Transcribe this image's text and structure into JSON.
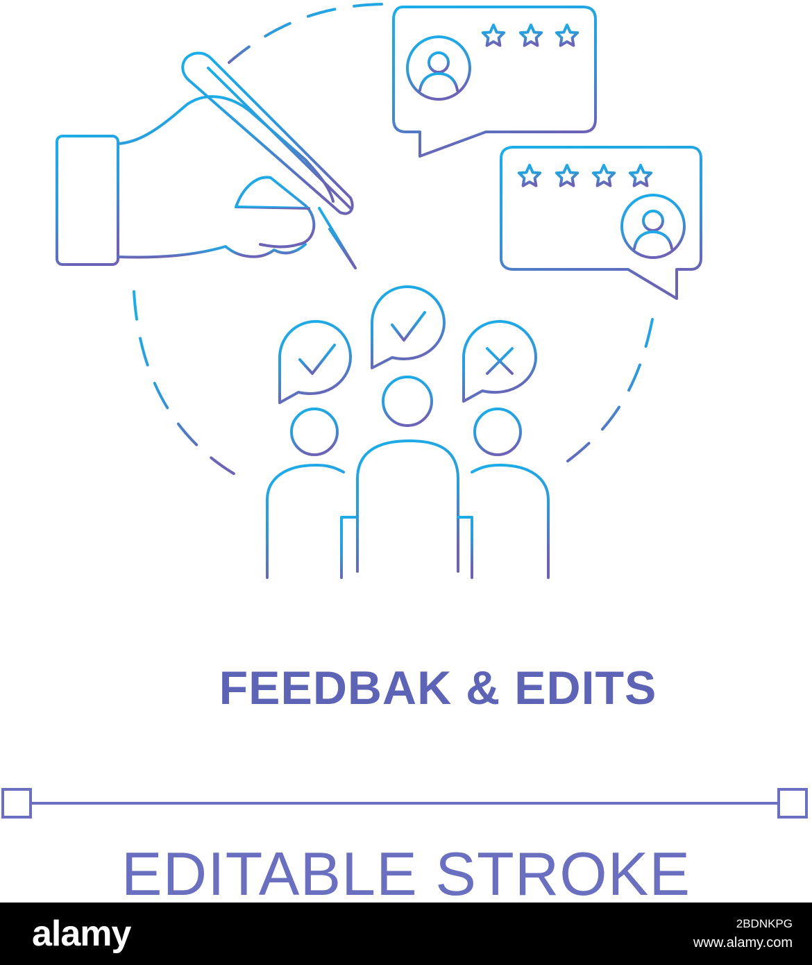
{
  "icon": {
    "name": "feedback-and-edits-concept",
    "stroke_colors": {
      "start": "#1aaeea",
      "end": "#6b63b5"
    }
  },
  "title": "FEEDBAK & EDITS",
  "subtitle": "EDITABLE STROKE",
  "footer": {
    "logo": "alamy",
    "image_id": "2BDNKPG",
    "site": "www.alamy.com"
  }
}
